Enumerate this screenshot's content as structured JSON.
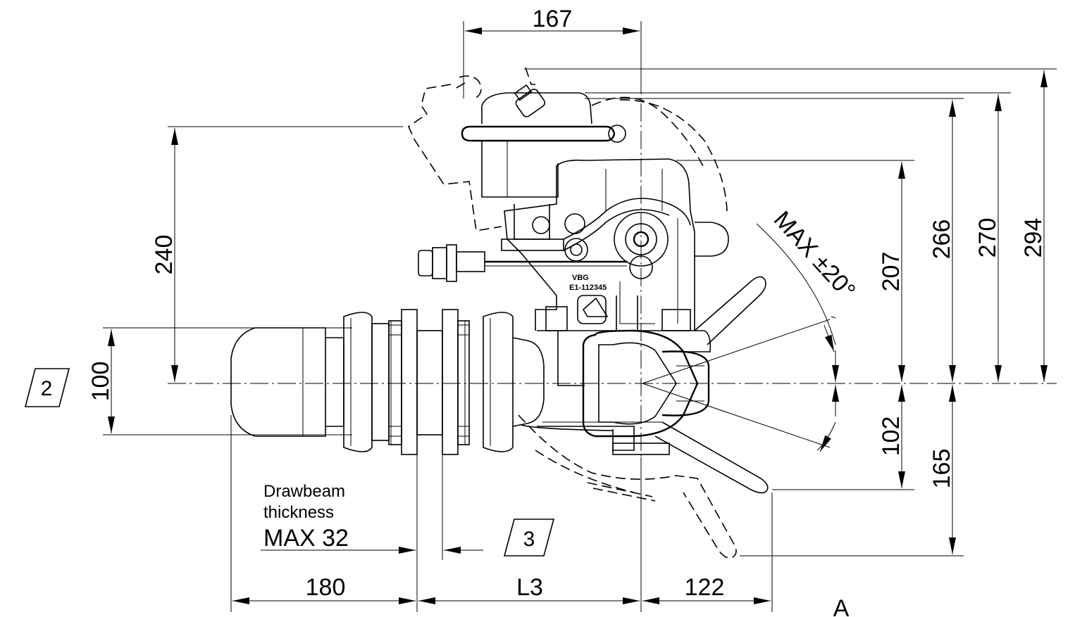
{
  "dimensions": {
    "top_width": "167",
    "height_left": "240",
    "height_right_a": "207",
    "height_right_b": "266",
    "height_right_c": "270",
    "height_right_d": "294",
    "ball_height": "100",
    "lower_a": "102",
    "lower_b": "165",
    "bottom_left": "180",
    "bottom_mid": "L3",
    "bottom_right": "122"
  },
  "angle_label": "MAX ±20°",
  "drawbeam": {
    "line1": "Drawbeam",
    "line2": "thickness",
    "line3": "MAX 32"
  },
  "tags": {
    "tag2": "2",
    "tag3": "3"
  },
  "plate": {
    "brand": "VBG",
    "code": "E1-112345"
  },
  "view_label": "A"
}
